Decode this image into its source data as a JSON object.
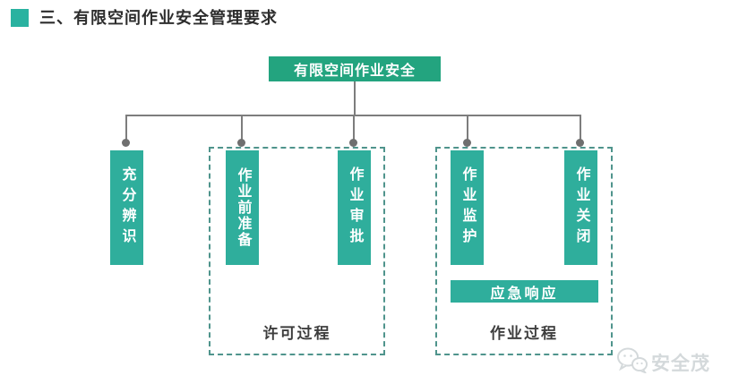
{
  "header": {
    "title": "三、有限空间作业安全管理要求"
  },
  "tree": {
    "root_label": "有限空间作业安全",
    "branches": [
      {
        "label": "充分辨识"
      },
      {
        "label": "作业前准备"
      },
      {
        "label": "作业审批"
      },
      {
        "label": "作业监护"
      },
      {
        "label": "作业关闭"
      }
    ],
    "emergency_label": "应急响应",
    "groups": [
      {
        "label": "许可过程"
      },
      {
        "label": "作业过程"
      }
    ]
  },
  "colors": {
    "title_bullet": "#29b2a0",
    "root_box": "#23a47f",
    "bar": "#2fae9c",
    "connector": "#7d7d7d",
    "dashed_border": "#4f948c",
    "watermark": "#d4d9db"
  },
  "watermark": {
    "brand": "安全茂",
    "icon": "wechat-chat-bubbles-icon"
  }
}
